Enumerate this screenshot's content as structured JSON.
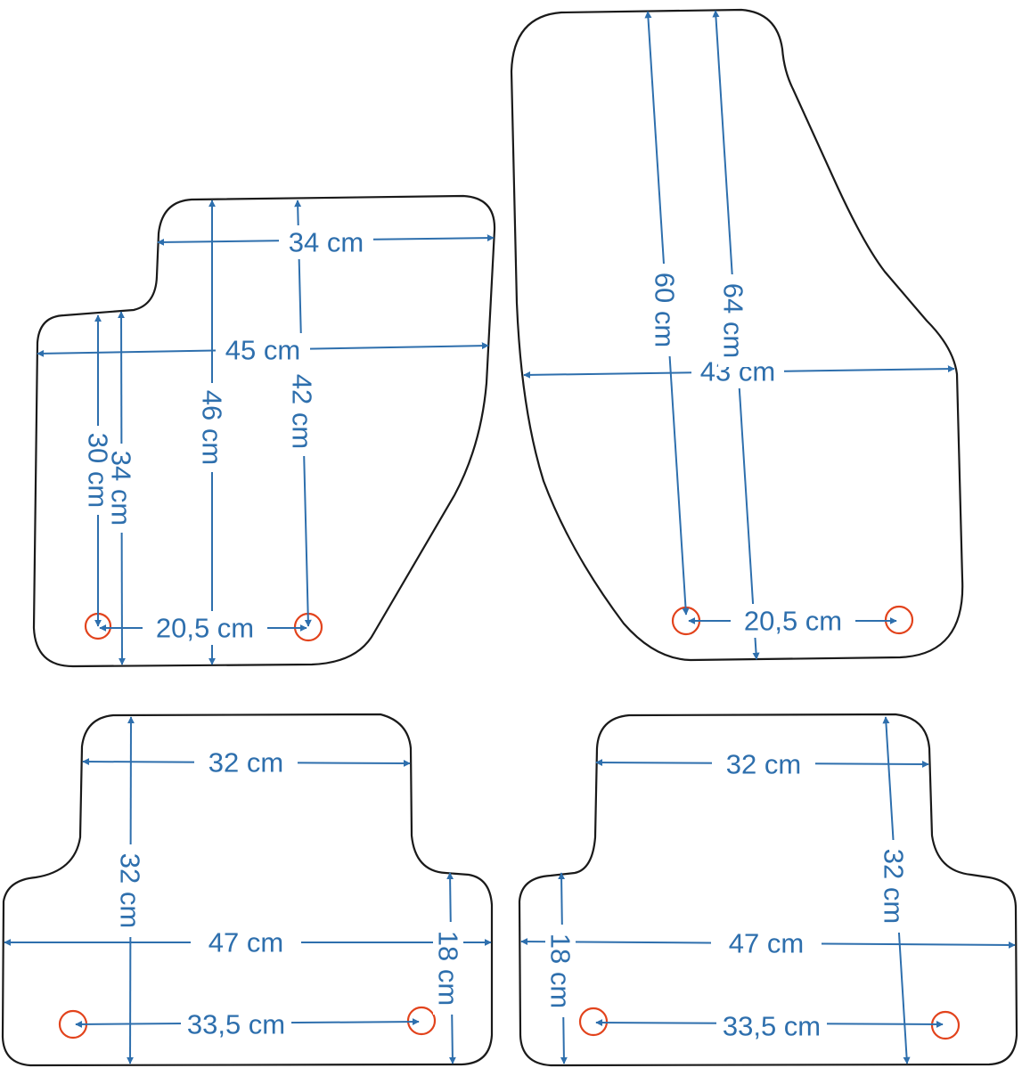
{
  "colors": {
    "outline": "#1a1a1a",
    "dimension": "#2e6fad",
    "label": "#2e6fad",
    "mount_point": "#e2431c",
    "background": "#ffffff"
  },
  "mats": [
    {
      "name": "front-left-mat",
      "dimensions": [
        {
          "key": "top-width",
          "label": "34 cm"
        },
        {
          "key": "full-width",
          "label": "45 cm"
        },
        {
          "key": "height-a",
          "label": "30 cm"
        },
        {
          "key": "height-b",
          "label": "34 cm"
        },
        {
          "key": "height-c",
          "label": "46 cm"
        },
        {
          "key": "height-d",
          "label": "42 cm"
        },
        {
          "key": "mount-span",
          "label": "20,5 cm"
        }
      ]
    },
    {
      "name": "front-right-mat",
      "dimensions": [
        {
          "key": "height-a",
          "label": "60 cm"
        },
        {
          "key": "height-b",
          "label": "64 cm"
        },
        {
          "key": "width",
          "label": "43 cm"
        },
        {
          "key": "mount-span",
          "label": "20,5 cm"
        }
      ]
    },
    {
      "name": "rear-left-mat",
      "dimensions": [
        {
          "key": "top-width",
          "label": "32 cm"
        },
        {
          "key": "height",
          "label": "32 cm"
        },
        {
          "key": "full-width",
          "label": "47 cm"
        },
        {
          "key": "side-height",
          "label": "18 cm"
        },
        {
          "key": "mount-span",
          "label": "33,5 cm"
        }
      ]
    },
    {
      "name": "rear-right-mat",
      "dimensions": [
        {
          "key": "top-width",
          "label": "32 cm"
        },
        {
          "key": "height",
          "label": "32 cm"
        },
        {
          "key": "full-width",
          "label": "47 cm"
        },
        {
          "key": "side-height",
          "label": "18 cm"
        },
        {
          "key": "mount-span",
          "label": "33,5 cm"
        }
      ]
    }
  ]
}
